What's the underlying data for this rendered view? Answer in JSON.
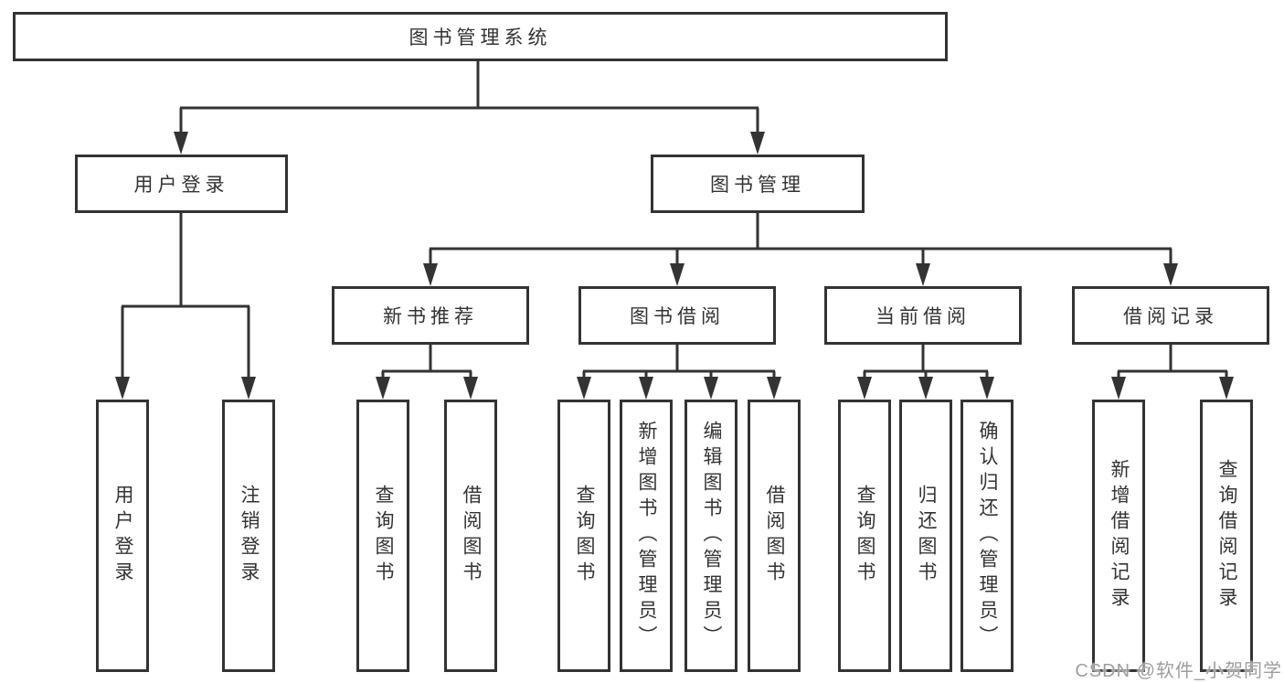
{
  "colors": {
    "line": "#333333",
    "box_border": "#333333",
    "text": "#333333",
    "watermark": "#9e9e9e",
    "background": "#ffffff"
  },
  "watermark": {
    "text": "CSDN @软件_小贺同学"
  },
  "tree": {
    "label": "图书管理系统",
    "children": [
      {
        "label": "用户登录",
        "children": [
          {
            "label": "用户登录"
          },
          {
            "label": "注销登录"
          }
        ]
      },
      {
        "label": "图书管理",
        "children": [
          {
            "label": "新书推荐",
            "children": [
              {
                "label": "查询图书"
              },
              {
                "label": "借阅图书"
              }
            ]
          },
          {
            "label": "图书借阅",
            "children": [
              {
                "label": "查询图书"
              },
              {
                "label": "新增图书（管理员）"
              },
              {
                "label": "编辑图书（管理员）"
              },
              {
                "label": "借阅图书"
              }
            ]
          },
          {
            "label": "当前借阅",
            "children": [
              {
                "label": "查询图书"
              },
              {
                "label": "归还图书"
              },
              {
                "label": "确认归还（管理员）"
              }
            ]
          },
          {
            "label": "借阅记录",
            "children": [
              {
                "label": "新增借阅记录"
              },
              {
                "label": "查询借阅记录"
              }
            ]
          }
        ]
      }
    ]
  }
}
